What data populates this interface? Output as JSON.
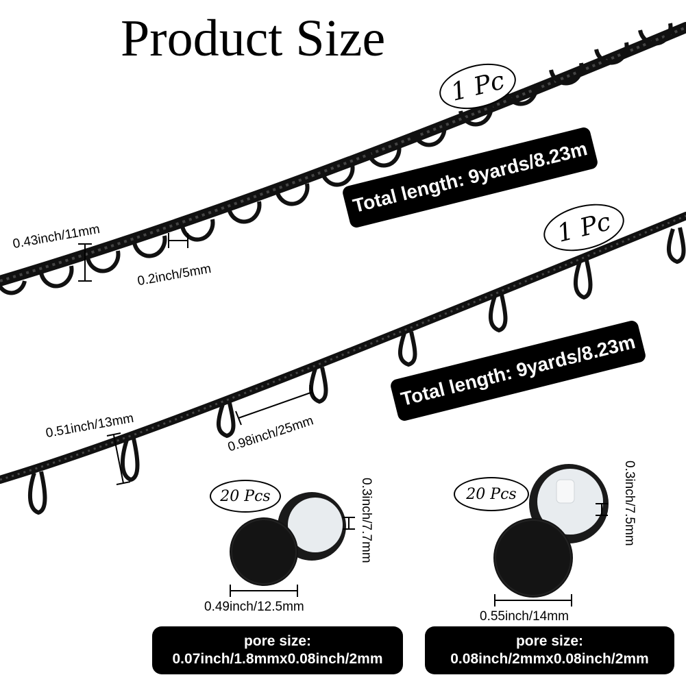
{
  "title": "Product Size",
  "trim1": {
    "qty": "1 Pc",
    "total_length": "Total length: 9yards/8.23m",
    "width_label": "0.43inch/11mm",
    "gap_label": "0.2inch/5mm"
  },
  "trim2": {
    "qty": "1 Pc",
    "total_length": "Total length: 9yards/8.23m",
    "width_label": "0.51inch/13mm",
    "spacing_label": "0.98inch/25mm"
  },
  "button1": {
    "qty": "20 Pcs",
    "height_label": "0.3inch/7.7mm",
    "diameter_label": "0.49inch/12.5mm",
    "pore_title": "pore size:",
    "pore_value": "0.07inch/1.8mmx0.08inch/2mm"
  },
  "button2": {
    "qty": "20 Pcs",
    "height_label": "0.3inch/7.5mm",
    "diameter_label": "0.55inch/14mm",
    "pore_title": "pore size:",
    "pore_value": "0.08inch/2mmx0.08inch/2mm"
  },
  "colors": {
    "background": "#ffffff",
    "ink": "#000000",
    "cord": "#111111",
    "button_fabric": "#141414",
    "button_shank": "#e8ecef"
  },
  "icons": [
    "loop-cord-icon",
    "button-icon",
    "dimension-marker-icon"
  ]
}
